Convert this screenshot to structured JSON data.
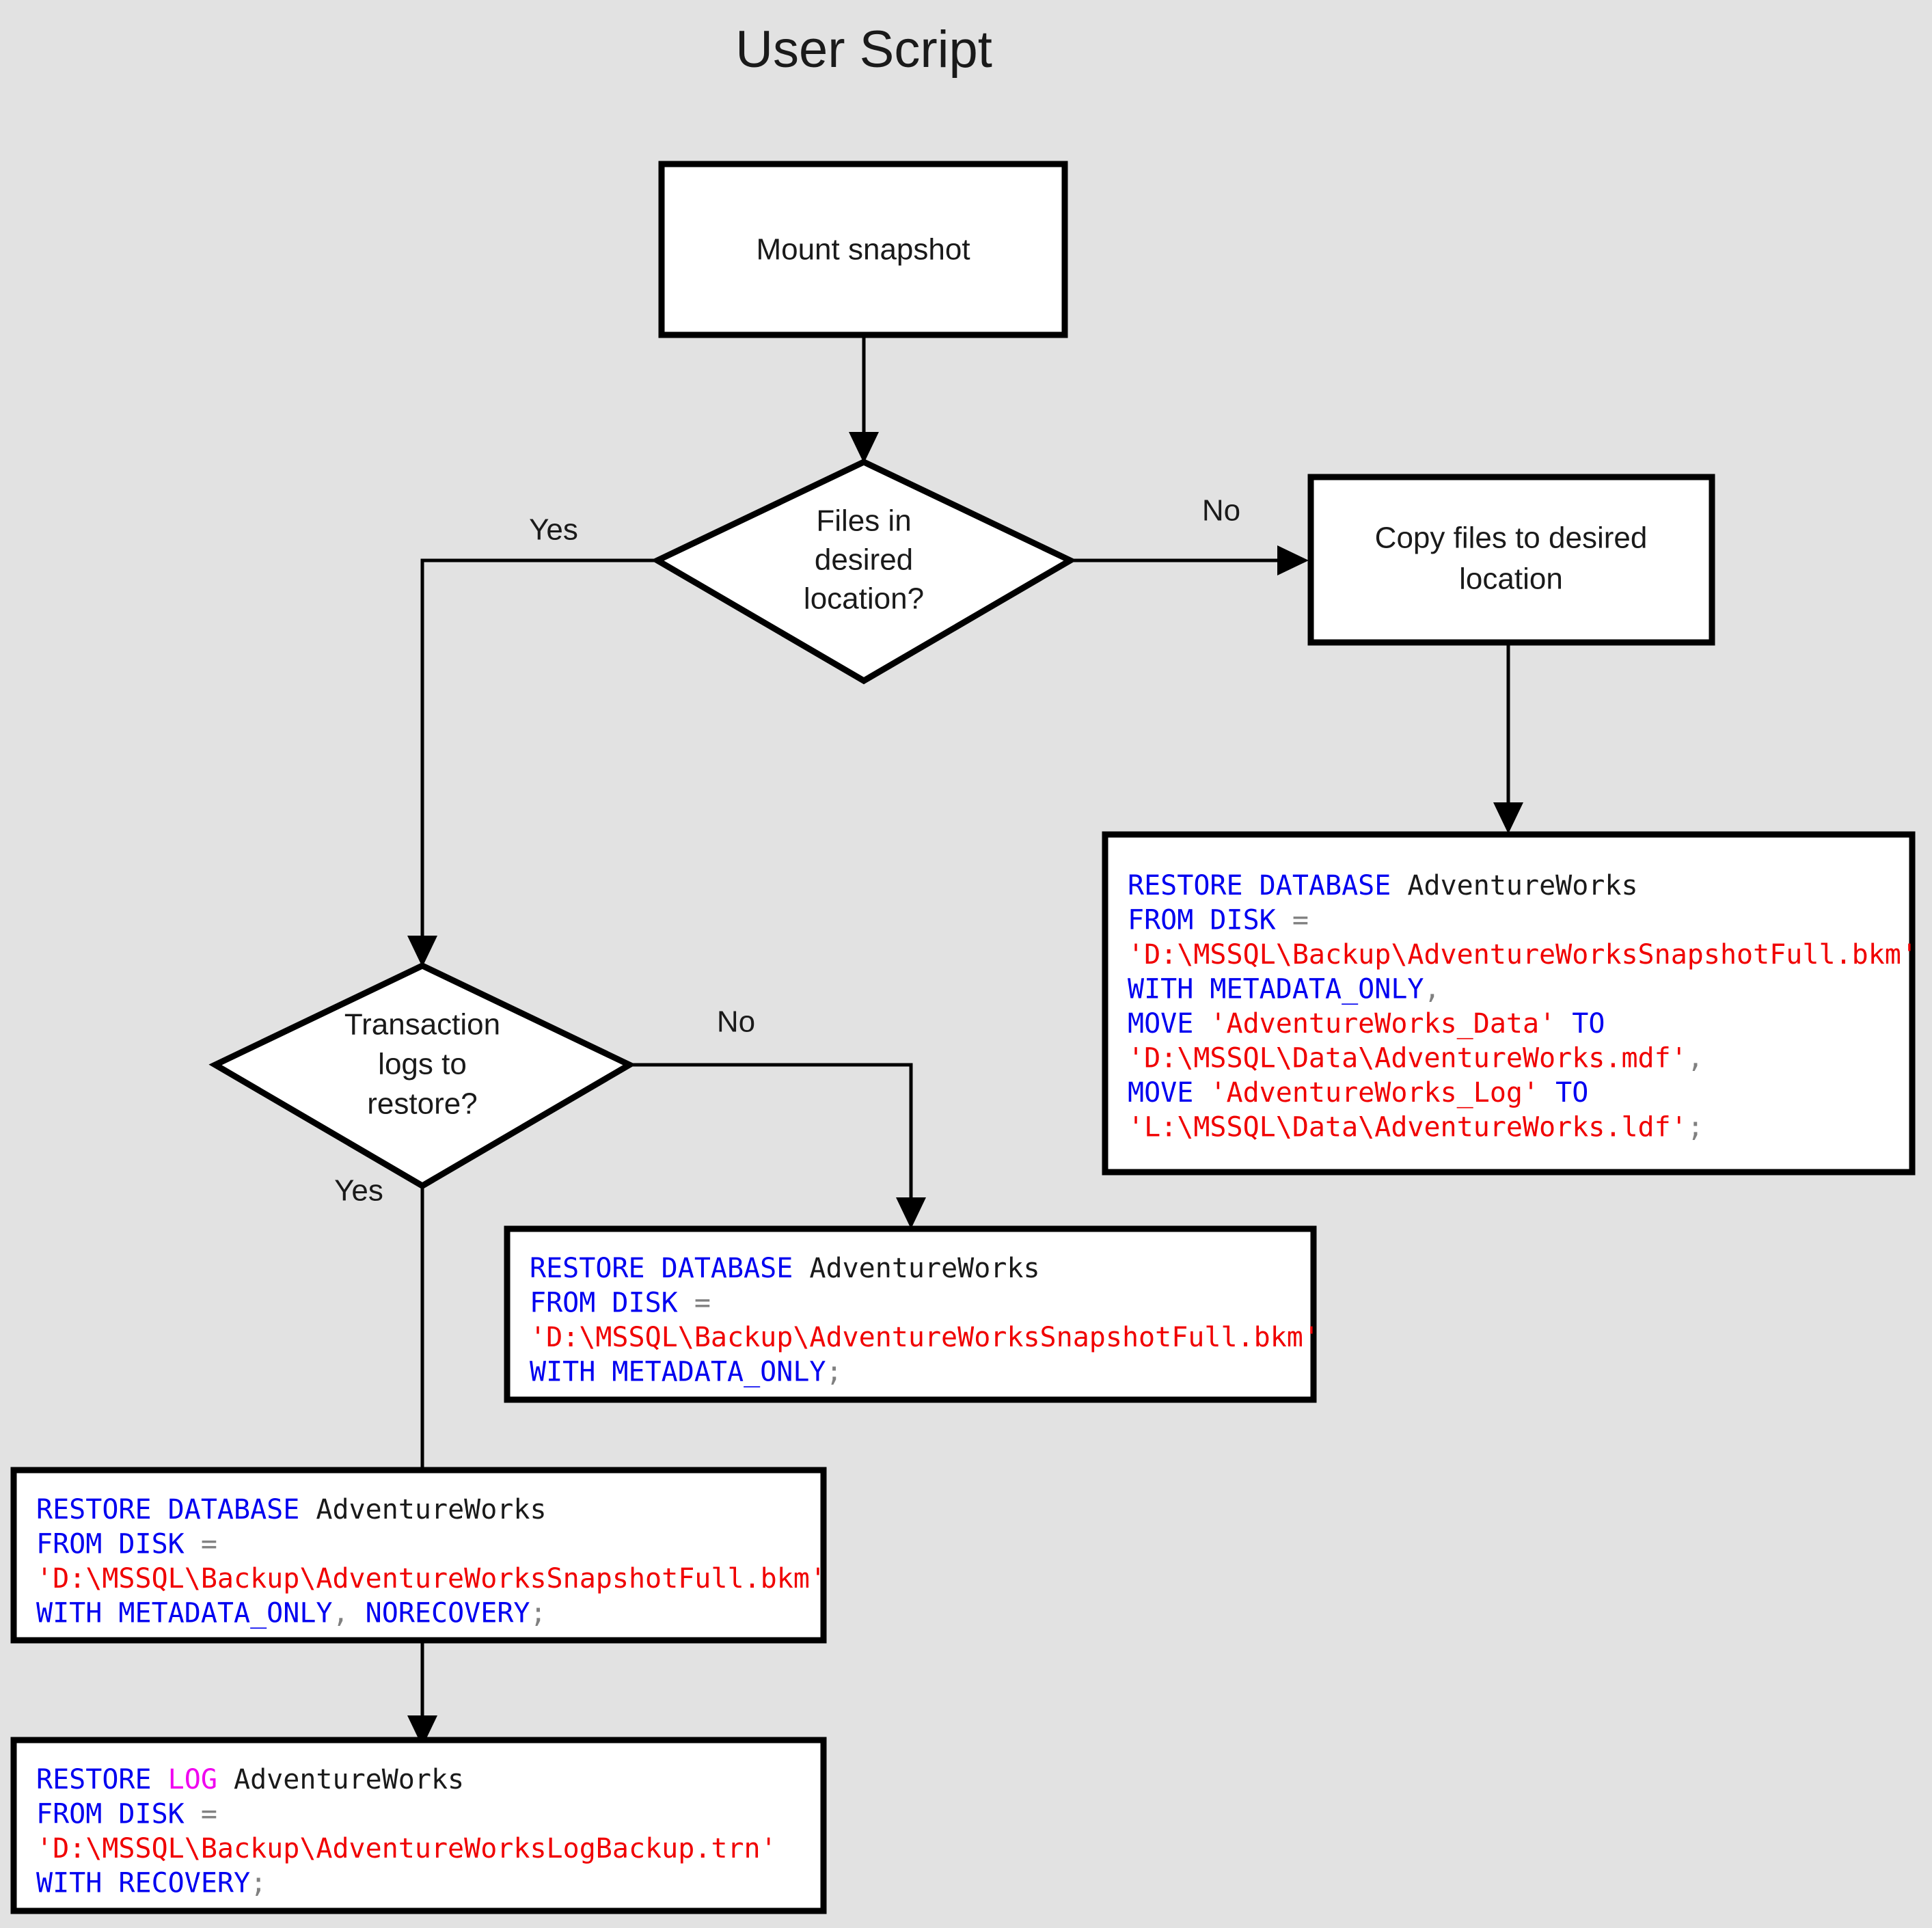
{
  "page": {
    "title": "User Script",
    "background_color": "#e2e2e2"
  },
  "colors": {
    "keyword": "#0000f0",
    "string": "#f00000",
    "identifier": "#1a1a1a",
    "punctuation": "#808080",
    "log_keyword": "#f000f0",
    "node_fill": "#ffffff",
    "node_stroke": "#000000"
  },
  "chart_data": {
    "type": "diagram",
    "title": "User Script",
    "diagram_kind": "flowchart",
    "nodes": [
      {
        "id": "mount",
        "kind": "process",
        "label": "Mount snapshot"
      },
      {
        "id": "files_q",
        "kind": "decision",
        "label": "Files in desired location?"
      },
      {
        "id": "copy",
        "kind": "process",
        "label": "Copy files to desired location"
      },
      {
        "id": "logs_q",
        "kind": "decision",
        "label": "Transaction logs to restore?"
      },
      {
        "id": "sql_move",
        "kind": "code",
        "label": "RESTORE DATABASE with MOVE"
      },
      {
        "id": "sql_plain",
        "kind": "code",
        "label": "RESTORE DATABASE metadata only"
      },
      {
        "id": "sql_norec",
        "kind": "code",
        "label": "RESTORE DATABASE norecovery"
      },
      {
        "id": "sql_log",
        "kind": "code",
        "label": "RESTORE LOG with recovery"
      }
    ],
    "edges": [
      {
        "from": "mount",
        "to": "files_q",
        "label": ""
      },
      {
        "from": "files_q",
        "to": "copy",
        "label": "No"
      },
      {
        "from": "files_q",
        "to": "logs_q",
        "label": "Yes"
      },
      {
        "from": "copy",
        "to": "sql_move",
        "label": ""
      },
      {
        "from": "logs_q",
        "to": "sql_plain",
        "label": "No"
      },
      {
        "from": "logs_q",
        "to": "sql_norec",
        "label": "Yes"
      },
      {
        "from": "sql_norec",
        "to": "sql_log",
        "label": ""
      }
    ]
  },
  "nodes": {
    "mount_snapshot": {
      "label": "Mount snapshot"
    },
    "files_decision": {
      "line1": "Files in",
      "line2": "desired",
      "line3": "location?"
    },
    "copy_files": {
      "line1": "Copy files to desired",
      "line2": "location"
    },
    "logs_decision": {
      "line1": "Transaction",
      "line2": "logs to",
      "line3": "restore?"
    }
  },
  "edge_labels": {
    "files_yes": "Yes",
    "files_no": "No",
    "logs_yes": "Yes",
    "logs_no": "No"
  },
  "code_blocks": {
    "restore_with_move": {
      "name": "restore-database-with-move",
      "lines": [
        [
          {
            "t": "RESTORE DATABASE ",
            "c": "kw"
          },
          {
            "t": "AdventureWorks",
            "c": "id"
          }
        ],
        [
          {
            "t": "FROM DISK ",
            "c": "kw"
          },
          {
            "t": "=",
            "c": "pun"
          }
        ],
        [
          {
            "t": "'D:\\MSSQL\\Backup\\AdventureWorksSnapshotFull.bkm'",
            "c": "str"
          }
        ],
        [
          {
            "t": "WITH METADATA_ONLY",
            "c": "kw"
          },
          {
            "t": ",",
            "c": "pun"
          }
        ],
        [
          {
            "t": "MOVE ",
            "c": "kw"
          },
          {
            "t": "'AdventureWorks_Data'",
            "c": "str"
          },
          {
            "t": " TO",
            "c": "kw"
          }
        ],
        [
          {
            "t": "'D:\\MSSQL\\Data\\AdventureWorks.mdf'",
            "c": "str"
          },
          {
            "t": ",",
            "c": "pun"
          }
        ],
        [
          {
            "t": "MOVE ",
            "c": "kw"
          },
          {
            "t": "'AdventureWorks_Log'",
            "c": "str"
          },
          {
            "t": " TO",
            "c": "kw"
          }
        ],
        [
          {
            "t": "'L:\\MSSQL\\Data\\AdventureWorks.ldf'",
            "c": "str"
          },
          {
            "t": ";",
            "c": "pun"
          }
        ]
      ]
    },
    "restore_metadata_only": {
      "name": "restore-database-metadata-only",
      "lines": [
        [
          {
            "t": "RESTORE DATABASE ",
            "c": "kw"
          },
          {
            "t": "AdventureWorks",
            "c": "id"
          }
        ],
        [
          {
            "t": "FROM DISK ",
            "c": "kw"
          },
          {
            "t": "=",
            "c": "pun"
          }
        ],
        [
          {
            "t": "'D:\\MSSQL\\Backup\\AdventureWorksSnapshotFull.bkm'",
            "c": "str"
          }
        ],
        [
          {
            "t": "WITH METADATA_ONLY",
            "c": "kw"
          },
          {
            "t": ";",
            "c": "pun"
          }
        ]
      ]
    },
    "restore_norecovery": {
      "name": "restore-database-norecovery",
      "lines": [
        [
          {
            "t": "RESTORE DATABASE ",
            "c": "kw"
          },
          {
            "t": "AdventureWorks",
            "c": "id"
          }
        ],
        [
          {
            "t": "FROM DISK ",
            "c": "kw"
          },
          {
            "t": "=",
            "c": "pun"
          }
        ],
        [
          {
            "t": "'D:\\MSSQL\\Backup\\AdventureWorksSnapshotFull.bkm'",
            "c": "str"
          }
        ],
        [
          {
            "t": "WITH METADATA_ONLY",
            "c": "kw"
          },
          {
            "t": ", ",
            "c": "pun"
          },
          {
            "t": "NORECOVERY",
            "c": "kw"
          },
          {
            "t": ";",
            "c": "pun"
          }
        ]
      ]
    },
    "restore_log": {
      "name": "restore-log-recovery",
      "lines": [
        [
          {
            "t": "RESTORE ",
            "c": "kw"
          },
          {
            "t": "LOG",
            "c": "log"
          },
          {
            "t": " AdventureWorks",
            "c": "id"
          }
        ],
        [
          {
            "t": "FROM DISK ",
            "c": "kw"
          },
          {
            "t": "=",
            "c": "pun"
          }
        ],
        [
          {
            "t": "'D:\\MSSQL\\Backup\\AdventureWorksLogBackup.trn'",
            "c": "str"
          }
        ],
        [
          {
            "t": "WITH RECOVERY",
            "c": "kw"
          },
          {
            "t": ";",
            "c": "pun"
          }
        ]
      ]
    }
  }
}
